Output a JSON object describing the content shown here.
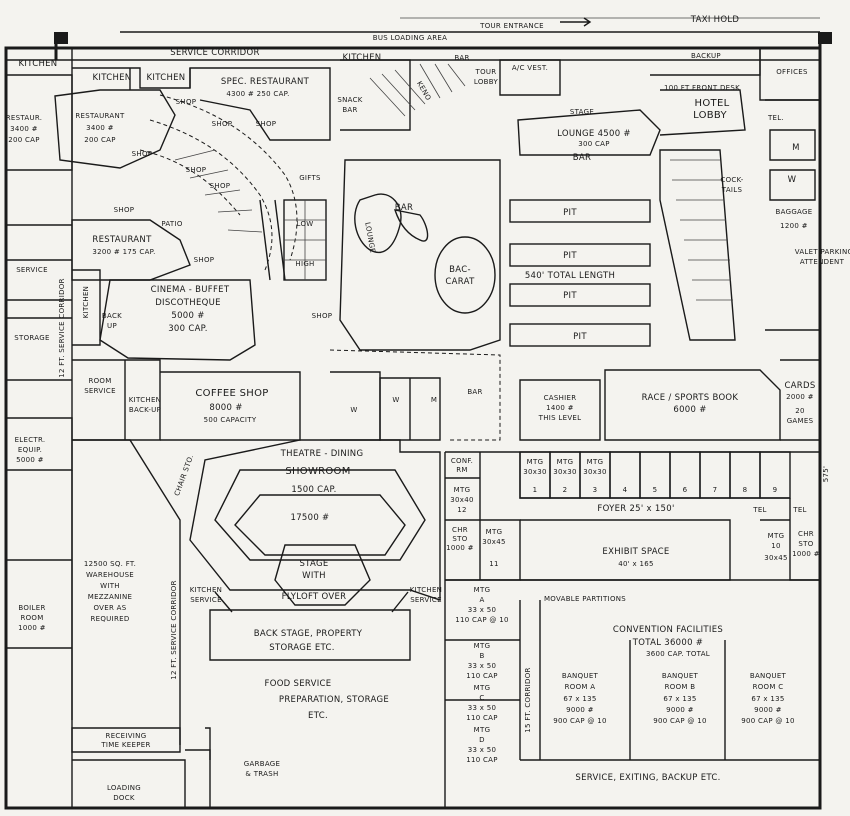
{
  "top": {
    "taxi_hold": "TAXI HOLD",
    "tour_entrance": "TOUR ENTRANCE",
    "bus_loading": "BUS LOADING AREA",
    "service_corridor": "SERVICE CORRIDOR"
  },
  "left": {
    "kitchen_1": "KITCHEN",
    "kitchen_2": "KITCHEN",
    "kitchen_3": "KITCHEN",
    "kitchen_4": "KITCHEN",
    "restaurant_w": [
      "RESTAUR.",
      "3400 #",
      "200 CAP"
    ],
    "restaurant_mid": [
      "RESTAURANT",
      "3400 #",
      "200 CAP"
    ],
    "spec_restaurant": [
      "SPEC. RESTAURANT",
      "4300 #  250 CAP."
    ],
    "restaurant_3200": [
      "RESTAURANT",
      "3200 #  175 CAP."
    ],
    "cinema": [
      "CINEMA - BUFFET",
      "DISCOTHEQUE",
      "5000 #",
      "300 CAP."
    ],
    "service": "SERVICE",
    "storage": "STORAGE",
    "kitchen_v": "KITCHEN",
    "back_up": [
      "BACK",
      "UP"
    ],
    "room_service": [
      "ROOM",
      "SERVICE"
    ],
    "kitchen_backup": [
      "KITCHEN",
      "BACK-UP"
    ],
    "coffee_shop": [
      "COFFEE SHOP",
      "8000 #",
      "500 CAPACITY"
    ],
    "elec": [
      "ELECTR.",
      "EQUIP.",
      "5000 #"
    ],
    "corridor_12": "12 FT. SERVICE CORRIDOR",
    "warehouse": [
      "12500 SQ. FT.",
      "WAREHOUSE",
      "WITH",
      "MEZZANINE",
      "OVER AS",
      "REQUIRED"
    ],
    "boiler": [
      "BOILER",
      "ROOM",
      "1000 #"
    ],
    "receiving": [
      "RECEIVING",
      "TIME KEEPER"
    ],
    "loading": [
      "LOADING",
      "DOCK"
    ],
    "garbage": [
      "GARBAGE",
      "& TRASH"
    ],
    "chair_sto": "CHAIR STO.",
    "shop": "SHOP",
    "patio": "PATIO",
    "snack_bar": [
      "SNACK",
      "BAR"
    ],
    "low": "LOW",
    "high": "HIGH",
    "gifts": "GIFTS"
  },
  "center": {
    "bar_top": "BAR",
    "ac_vest": "A/C VEST.",
    "tour_lobby": [
      "TOUR",
      "LOBBY"
    ],
    "keno": "KENO",
    "stage": "STAGE",
    "lounge_4500": [
      "LOUNGE 4500 #",
      "300 CAP"
    ],
    "bar": "BAR",
    "pit": "PIT",
    "total_length": "540' TOTAL LENGTH",
    "bac_carat": [
      "BAC-",
      "CARAT"
    ],
    "lounge": "LOUNGE",
    "theatre": "THEATRE - DINING",
    "showroom": "SHOWROOM",
    "cap_1500": "1500 CAP.",
    "area_17500": "17500 #",
    "stage_fly": [
      "STAGE",
      "WITH",
      "FLYLOFT OVER"
    ],
    "kitchen_service": [
      "KITCHEN",
      "SERVICE"
    ],
    "back_stage": [
      "BACK STAGE, PROPERTY",
      "STORAGE ETC."
    ],
    "food_service": [
      "FOOD SERVICE",
      "PREPARATION, STORAGE",
      "ETC."
    ],
    "corridor_15": "15 FT. CORRIDOR",
    "cashier": [
      "CASHIER",
      "1400 #",
      "THIS LEVEL"
    ],
    "race_book": [
      "RACE / SPORTS BOOK",
      "6000 #"
    ],
    "cards": [
      "CARDS",
      "2000 #",
      "20",
      "GAMES"
    ],
    "conf_rm": [
      "CONF.",
      "RM"
    ]
  },
  "right": {
    "backup": "BACKUP",
    "offices": "OFFICES",
    "front_desk": "100 FT FRONT DESK",
    "hotel_lobby": [
      "HOTEL",
      "LOBBY"
    ],
    "tel": "TEL.",
    "m": "M",
    "w": "W",
    "cocktails": [
      "COCK-",
      "TAILS"
    ],
    "baggage": [
      "BAGGAGE",
      "1200 #"
    ],
    "valet": [
      "VALET PARKING",
      "ATTENDENT"
    ]
  },
  "meeting": {
    "mtg_30x40": [
      "MTG",
      "30x40",
      "12"
    ],
    "chr_sto": [
      "CHR",
      "STO",
      "1000 #"
    ],
    "mtg_30x45": [
      "MTG",
      "30x45",
      "11"
    ],
    "small_rooms": [
      {
        "t": "MTG",
        "s": "30x30",
        "n": "1"
      },
      {
        "t": "MTG",
        "s": "30x30",
        "n": "2"
      },
      {
        "t": "MTG",
        "s": "30x30",
        "n": "3"
      },
      {
        "t": "",
        "s": "",
        "n": "4"
      },
      {
        "t": "",
        "s": "",
        "n": "5"
      },
      {
        "t": "",
        "s": "",
        "n": "6"
      },
      {
        "t": "",
        "s": "",
        "n": "7"
      },
      {
        "t": "",
        "s": "",
        "n": "8"
      },
      {
        "t": "",
        "s": "",
        "n": "9"
      }
    ],
    "foyer": "FOYER 25' x 150'",
    "exhibit": [
      "EXHIBIT SPACE",
      "40' x 165"
    ],
    "mtg_10": [
      "MTG",
      "10",
      "30x45"
    ],
    "chr_sto_r": [
      "CHR",
      "STO",
      "1000 #"
    ],
    "movable": "MOVABLE PARTITIONS",
    "mtg_a": [
      "MTG",
      "A",
      "33 x 50",
      "110 CAP @ 10"
    ],
    "mtg_b": [
      "MTG",
      "B",
      "33 x 50",
      "110 CAP"
    ],
    "mtg_c": [
      "MTG",
      "C",
      "33 x 50",
      "110 CAP"
    ],
    "mtg_d": [
      "MTG",
      "D",
      "33 x 50",
      "110 CAP"
    ],
    "convention": [
      "CONVENTION FACILITIES",
      "TOTAL 36000 #",
      "3600 CAP. TOTAL"
    ],
    "banquet_a": [
      "BANQUET",
      "ROOM A",
      "67 x 135",
      "9000 #",
      "900 CAP @ 10"
    ],
    "banquet_b": [
      "BANQUET",
      "ROOM B",
      "67 x 135",
      "9000 #",
      "900 CAP @ 10"
    ],
    "banquet_c": [
      "BANQUET",
      "ROOM C",
      "67 x 135",
      "9000 #",
      "900 CAP @ 10"
    ],
    "service_exiting": "SERVICE, EXITING, BACKUP ETC.",
    "dim_right": "575'",
    "tel_1": "TEL",
    "tel_2": "TEL"
  }
}
